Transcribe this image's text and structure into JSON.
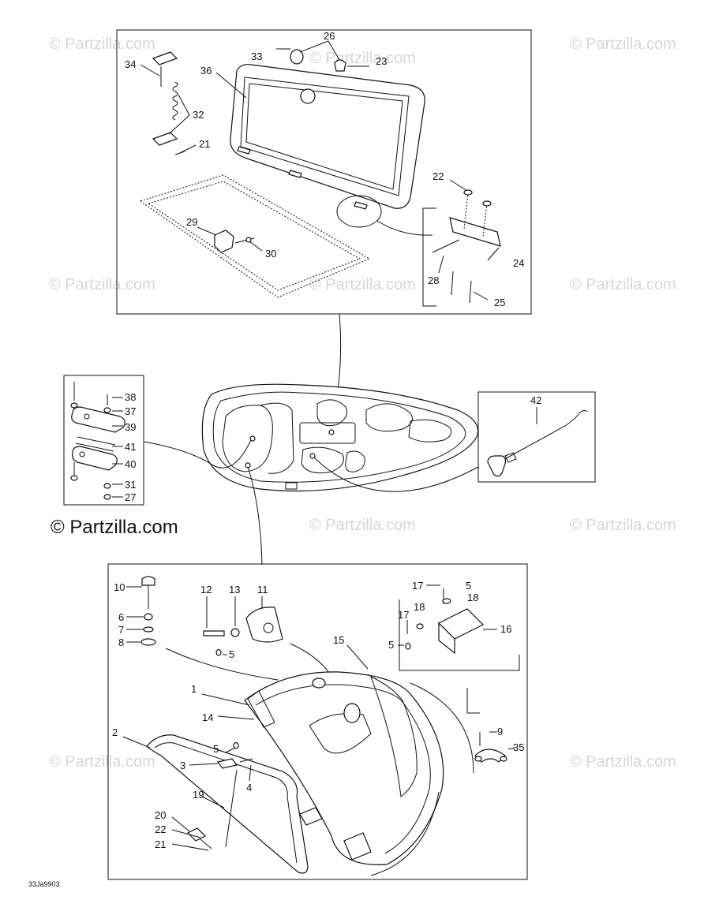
{
  "watermark": "© Partzilla.com",
  "copyright": "© Partzilla.com",
  "drawing_code": "33Ja9903",
  "callouts": {
    "top": [
      "26",
      "33",
      "23",
      "34",
      "36",
      "32",
      "21",
      "22",
      "29",
      "30",
      "24",
      "28",
      "25"
    ],
    "left": [
      "38",
      "37",
      "39",
      "41",
      "40",
      "31",
      "27"
    ],
    "right": [
      "42"
    ],
    "bottom": [
      "10",
      "12",
      "13",
      "11",
      "17",
      "5",
      "18",
      "6",
      "7",
      "8",
      "5",
      "15",
      "17",
      "18",
      "16",
      "5",
      "1",
      "14",
      "9",
      "35",
      "2",
      "5",
      "3",
      "4",
      "19",
      "20",
      "22",
      "21"
    ]
  }
}
